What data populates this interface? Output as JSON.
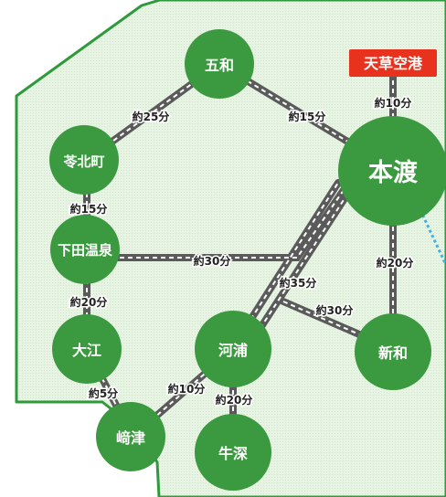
{
  "map": {
    "nodes": {
      "gowa": "五和",
      "reihoku": "苓北町",
      "shimoda": "下田温泉",
      "oe": "大江",
      "sakitsu": "﨑津",
      "kawaura": "河浦",
      "ushibuka": "牛深",
      "hondo": "本渡",
      "shinwa": "新和",
      "airport": "天草空港"
    },
    "times": {
      "t_reihoku_gowa": "約25分",
      "t_gowa_hondo": "約15分",
      "t_airport_hondo": "約10分",
      "t_reihoku_shimoda": "約15分",
      "t_shimoda_hondo": "約30分",
      "t_hondo_shinwa": "約20分",
      "t_kawaura_hondo": "約35分",
      "t_kawaura_shinwa": "約30分",
      "t_shimoda_oe": "約20分",
      "t_oe_sakitsu": "約5分",
      "t_sakitsu_kawaura": "約10分",
      "t_kawaura_ushibuka": "約20分"
    },
    "colors": {
      "land": "#e4f2df",
      "coast": "#2f9a3c",
      "node": "#3b9a3f",
      "road": "#5a5a5a",
      "airport_badge": "#e8321e",
      "sea_route": "#3bb2e0"
    }
  }
}
